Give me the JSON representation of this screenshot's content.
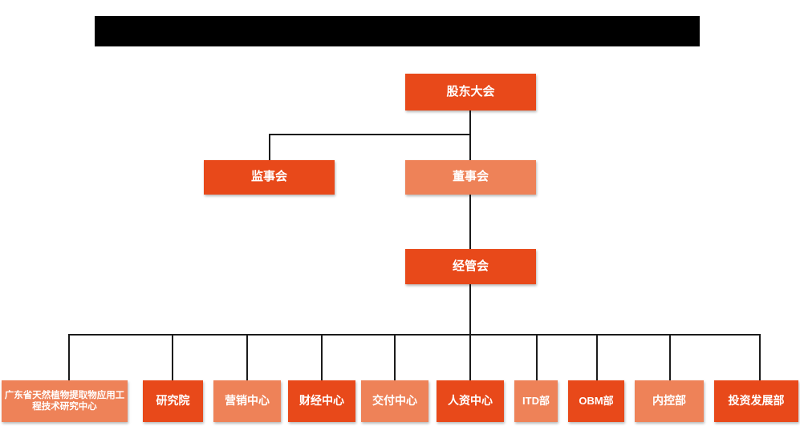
{
  "chart_data": {
    "type": "diagram",
    "title": "",
    "subtitle": "",
    "diagram_kind": "organizational-chart",
    "orientation": "top-down",
    "levels": 4,
    "node_count": 15,
    "colors": {
      "dark_orange": "#e8491a",
      "salmon_orange": "#ee8258",
      "connector": "#1b1b1b",
      "background": "#ffffff",
      "redaction": "#000000",
      "label_text": "#ffffff"
    },
    "nodes": [
      {
        "id": "shareholders",
        "label": "股东大会",
        "level": 1,
        "color": "dark_orange"
      },
      {
        "id": "supervisors",
        "label": "监事会",
        "level": 2,
        "color": "dark_orange"
      },
      {
        "id": "directors",
        "label": "董事会",
        "level": 2,
        "color": "salmon_orange"
      },
      {
        "id": "management",
        "label": "经管会",
        "level": 3,
        "color": "dark_orange"
      },
      {
        "id": "dept-01",
        "label": "广东省天然植物提取物应用工程技术研究中心",
        "level": 4,
        "color": "salmon_orange"
      },
      {
        "id": "dept-02",
        "label": "研究院",
        "level": 4,
        "color": "dark_orange"
      },
      {
        "id": "dept-03",
        "label": "营销中心",
        "level": 4,
        "color": "salmon_orange"
      },
      {
        "id": "dept-04",
        "label": "财经中心",
        "level": 4,
        "color": "dark_orange"
      },
      {
        "id": "dept-05",
        "label": "交付中心",
        "level": 4,
        "color": "salmon_orange"
      },
      {
        "id": "dept-06",
        "label": "人资中心",
        "level": 4,
        "color": "dark_orange"
      },
      {
        "id": "dept-07",
        "label": "ITD部",
        "level": 4,
        "color": "salmon_orange"
      },
      {
        "id": "dept-08",
        "label": "OBM部",
        "level": 4,
        "color": "dark_orange"
      },
      {
        "id": "dept-09",
        "label": "内控部",
        "level": 4,
        "color": "salmon_orange"
      },
      {
        "id": "dept-10",
        "label": "投资发展部",
        "level": 4,
        "color": "dark_orange"
      }
    ],
    "edges": [
      {
        "from": "shareholders",
        "to": "supervisors"
      },
      {
        "from": "shareholders",
        "to": "directors"
      },
      {
        "from": "directors",
        "to": "management"
      },
      {
        "from": "management",
        "to": "dept-01"
      },
      {
        "from": "management",
        "to": "dept-02"
      },
      {
        "from": "management",
        "to": "dept-03"
      },
      {
        "from": "management",
        "to": "dept-04"
      },
      {
        "from": "management",
        "to": "dept-05"
      },
      {
        "from": "management",
        "to": "dept-06"
      },
      {
        "from": "management",
        "to": "dept-07"
      },
      {
        "from": "management",
        "to": "dept-08"
      },
      {
        "from": "management",
        "to": "dept-09"
      },
      {
        "from": "management",
        "to": "dept-10"
      }
    ]
  },
  "header": {
    "redacted_title": ""
  },
  "tier1": {
    "shareholders_label": "股东大会"
  },
  "tier2": {
    "supervisors_label": "监事会",
    "directors_label": "董事会"
  },
  "tier3": {
    "management_label": "经管会"
  },
  "departments": [
    {
      "label": "广东省天然植物提取物应用工程技术研究中心"
    },
    {
      "label": "研究院"
    },
    {
      "label": "营销中心"
    },
    {
      "label": "财经中心"
    },
    {
      "label": "交付中心"
    },
    {
      "label": "人资中心"
    },
    {
      "label": "ITD部"
    },
    {
      "label": "OBM部"
    },
    {
      "label": "内控部"
    },
    {
      "label": "投资发展部"
    }
  ]
}
